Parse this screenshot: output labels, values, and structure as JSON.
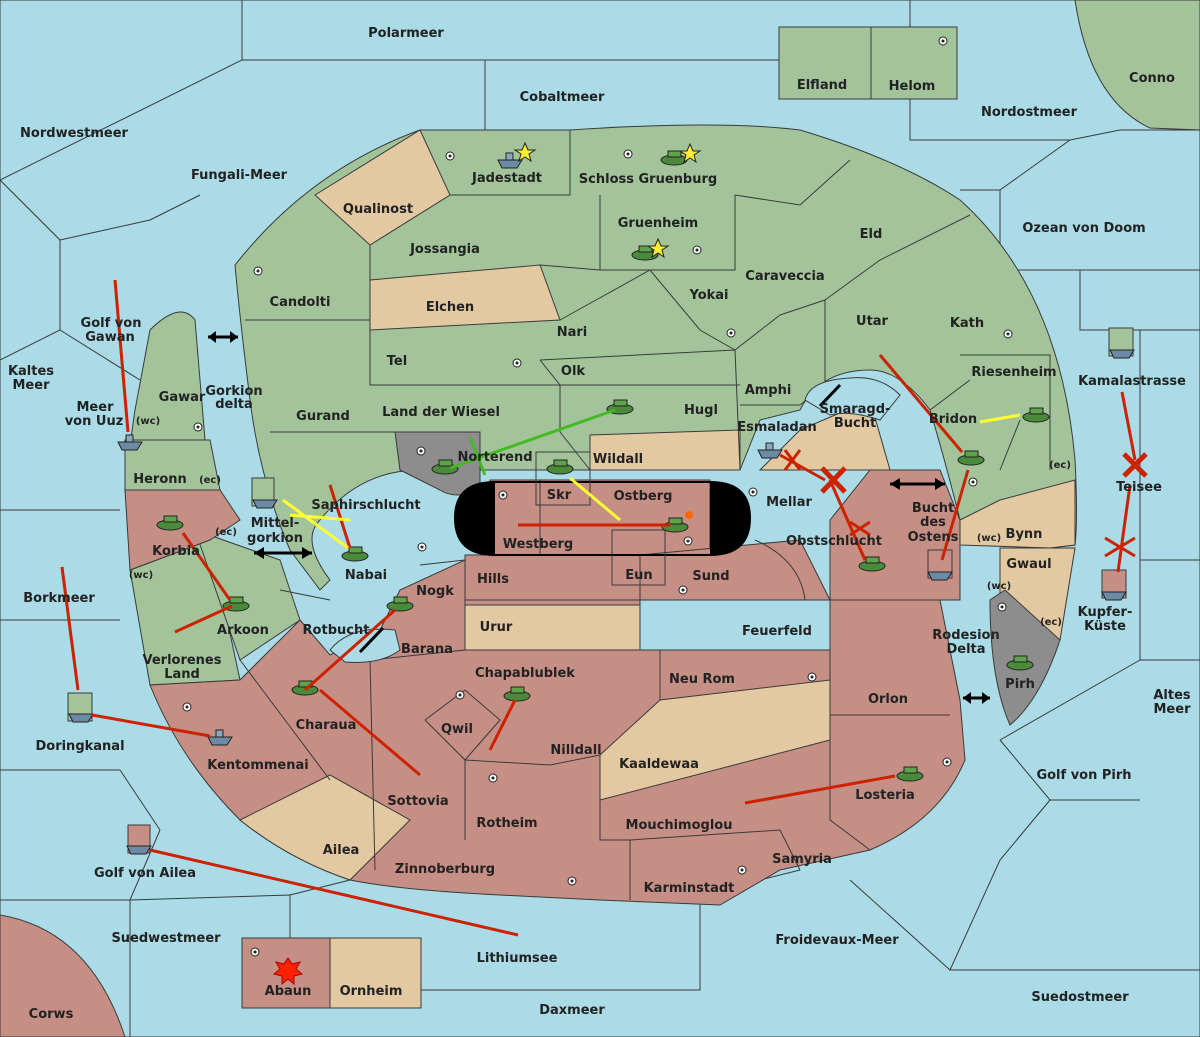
{
  "regions": {
    "polarmeer": "Polarmeer",
    "cobaltmeer": "Cobaltmeer",
    "nordwestmeer": "Nordwestmeer",
    "fungali_meer": "Fungali-Meer",
    "nordostmeer": "Nordostmeer",
    "conno": "Conno",
    "elfland": "Elfland",
    "helom": "Helom",
    "ozean_von_doom": "Ozean von Doom",
    "jadestadt": "Jadestadt",
    "schloss_gruenburg": "Schloss Gruenburg",
    "qualinost": "Qualinost",
    "gruenheim": "Gruenheim",
    "eld": "Eld",
    "jossangia": "Jossangia",
    "caraveccia": "Caraveccia",
    "candolti": "Candolti",
    "elchen": "Elchen",
    "yokai": "Yokai",
    "utar": "Utar",
    "kath": "Kath",
    "nari": "Nari",
    "tel": "Tel",
    "olk": "Olk",
    "amphi": "Amphi",
    "riesenheim": "Riesenheim",
    "kamalastrasse": "Kamalastrasse",
    "golf_von_gawan_1": "Golf von",
    "golf_von_gawan_2": "Gawan",
    "kaltes_meer_1": "Kaltes",
    "kaltes_meer_2": "Meer",
    "meer_von_uuz_1": "Meer",
    "meer_von_uuz_2": "von Uuz",
    "gawar": "Gawar",
    "gorkion_delta_1": "Gorkion",
    "gorkion_delta_2": "delta",
    "gurand": "Gurand",
    "land_der_wiesel": "Land der Wiesel",
    "hugl": "Hugl",
    "smaragd_bucht_1": "Smaragd-",
    "smaragd_bucht_2": "Bucht",
    "bridon": "Bridon",
    "esmaladan": "Esmaladan",
    "heronn": "Heronn",
    "norterend": "Norterend",
    "wildall": "Wildall",
    "teisee": "Teisee",
    "skr": "Skr",
    "ostberg": "Ostberg",
    "mellar": "Mellar",
    "saphirschlucht": "Saphirschlucht",
    "bucht_des_ostens_1": "Bucht",
    "bucht_des_ostens_2": "des",
    "bucht_des_ostens_3": "Ostens",
    "mittelgorkion_1": "Mittel-",
    "mittelgorkion_2": "gorkion",
    "korbia": "Korbia",
    "westberg": "Westberg",
    "obstschlucht": "Obstschlucht",
    "bynn": "Bynn",
    "nabai": "Nabai",
    "eun": "Eun",
    "sund": "Sund",
    "gwaul": "Gwaul",
    "hills": "Hills",
    "kupfer_kueste_1": "Kupfer-",
    "kupfer_kueste_2": "Küste",
    "borkmeer": "Borkmeer",
    "nogk": "Nogk",
    "arkoon": "Arkoon",
    "rotbucht": "Rotbucht",
    "urur": "Urur",
    "feuerfeld": "Feuerfeld",
    "rodesion_delta_1": "Rodesion",
    "rodesion_delta_2": "Delta",
    "verlorenes_land_1": "Verlorenes",
    "verlorenes_land_2": "Land",
    "barana": "Barana",
    "chapablublek": "Chapablublek",
    "neu_rom": "Neu Rom",
    "pirh": "Pirh",
    "altes_meer_1": "Altes",
    "altes_meer_2": "Meer",
    "orlon": "Orlon",
    "charaua": "Charaua",
    "qwil": "Qwil",
    "doringkanal": "Doringkanal",
    "nilldall": "Nilldall",
    "kaaldewaa": "Kaaldewaa",
    "kentommenai": "Kentommenai",
    "golf_von_pirh": "Golf von Pirh",
    "sottovia": "Sottovia",
    "losteria": "Losteria",
    "rotheim": "Rotheim",
    "mouchimoglou": "Mouchimoglou",
    "ailea": "Ailea",
    "samyria": "Samyria",
    "golf_von_ailea": "Golf von Ailea",
    "zinnoberburg": "Zinnoberburg",
    "karminstadt": "Karminstadt",
    "suedwestmeer": "Suedwestmeer",
    "froidevaux_meer": "Froidevaux-Meer",
    "lithiumsee": "Lithiumsee",
    "abaun": "Abaun",
    "ornheim": "Ornheim",
    "suedostmeer": "Suedostmeer",
    "corws": "Corws",
    "daxmeer": "Daxmeer"
  },
  "coast_tags": {
    "meer_von_uuz_wc": "(wc)",
    "heronn_ec": "(ec)",
    "korbia_ec": "(ec)",
    "korbia_wc": "(wc)",
    "bynn_ec": "(ec)",
    "bynn_wc": "(wc)",
    "gwaul_wc": "(wc)",
    "gwaul_ec": "(ec)"
  },
  "colors": {
    "sea": "#aadbe6",
    "green_power": "#a3c49a",
    "neutral": "#e3c9a1",
    "red_power": "#c58f85",
    "impassable": "#8d8d8d",
    "move_arrow": "#cc2200",
    "support_arrow": "#ffff33",
    "convoy_arrow": "#44bb22"
  }
}
